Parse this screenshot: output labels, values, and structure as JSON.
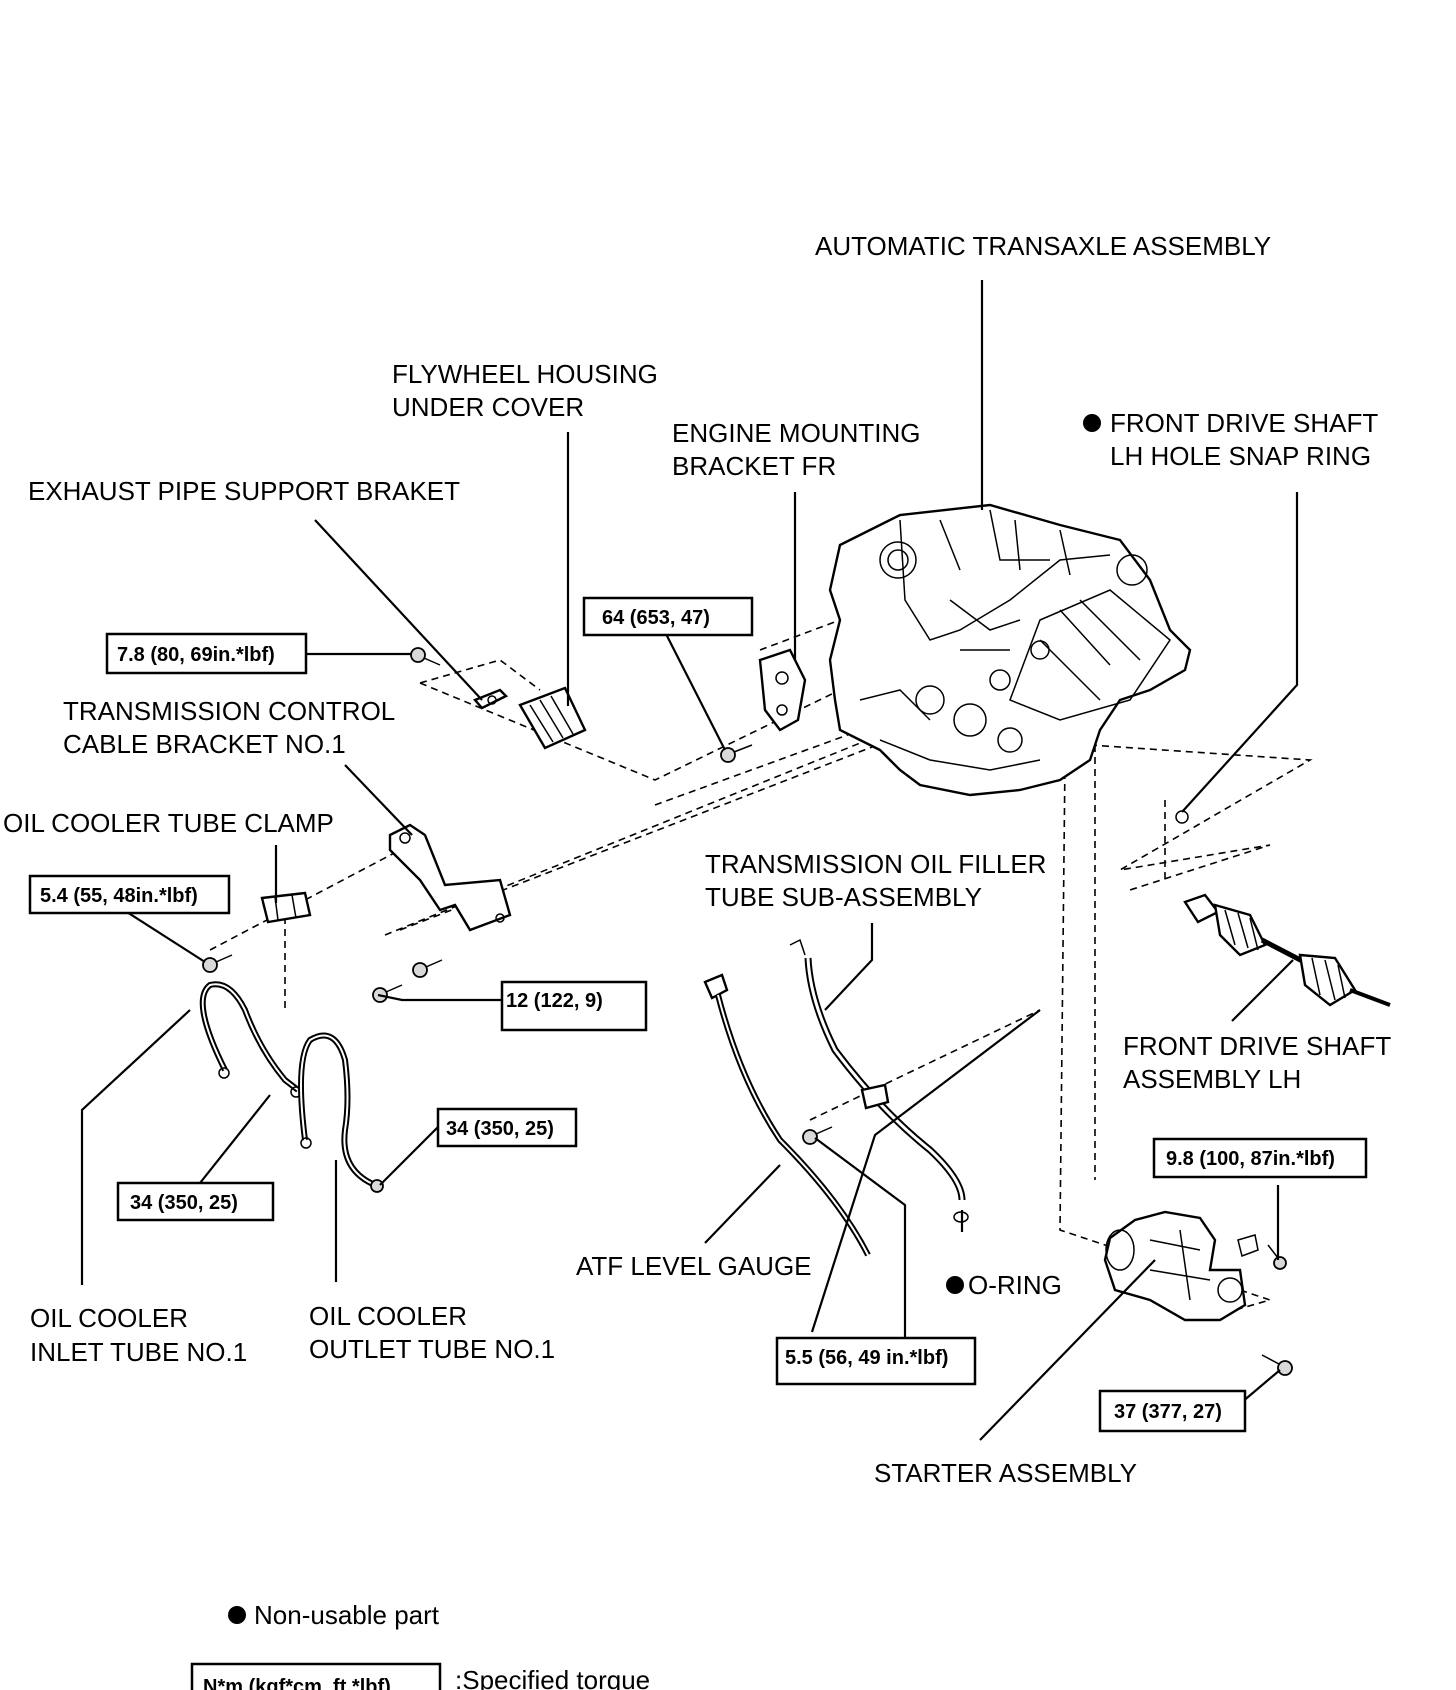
{
  "labels": {
    "automatic_transaxle": "AUTOMATIC TRANSAXLE ASSEMBLY",
    "flywheel_1": "FLYWHEEL HOUSING",
    "flywheel_2": "UNDER COVER",
    "engine_mount_1": "ENGINE MOUNTING",
    "engine_mount_2": "BRACKET FR",
    "front_snap_1": "FRONT DRIVE SHAFT",
    "front_snap_2": "LH HOLE SNAP RING",
    "exhaust_bracket": "EXHAUST PIPE SUPPORT BRAKET",
    "trans_ctrl_1": "TRANSMISSION CONTROL",
    "trans_ctrl_2": "CABLE BRACKET NO.1",
    "oil_clamp": "OIL COOLER TUBE CLAMP",
    "oil_filler_1": "TRANSMISSION OIL FILLER",
    "oil_filler_2": "TUBE SUB-ASSEMBLY",
    "front_shaft_1": "FRONT DRIVE SHAFT",
    "front_shaft_2": "ASSEMBLY LH",
    "atf_gauge": "ATF LEVEL GAUGE",
    "o_ring": "O-RING",
    "inlet_1": "OIL COOLER",
    "inlet_2": "INLET TUBE NO.1",
    "outlet_1": "OIL COOLER",
    "outlet_2": "OUTLET TUBE NO.1",
    "starter": "STARTER ASSEMBLY"
  },
  "torques": {
    "t_64": "64 (653, 47)",
    "t_78": "7.8 (80, 69in.*lbf)",
    "t_54": "5.4 (55, 48in.*lbf)",
    "t_12": "12 (122, 9)",
    "t_34a": "34 (350, 25)",
    "t_34b": "34 (350, 25)",
    "t_98": "9.8 (100, 87in.*lbf)",
    "t_55": "5.5 (56, 49 in.*lbf)",
    "t_37": "37 (377, 27)"
  },
  "legend": {
    "non_usable": "Non-usable part",
    "torque_box": "N*m (kgf*cm, ft.*lbf)",
    "torque_desc": ":Specified torque"
  }
}
